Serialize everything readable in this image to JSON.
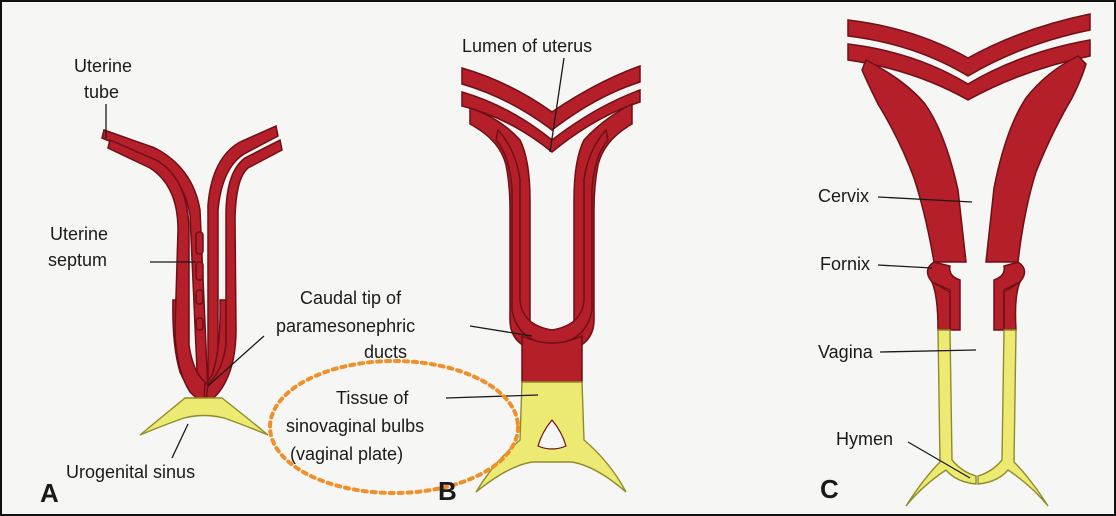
{
  "panels": {
    "A": {
      "letter": "A",
      "labels": {
        "uterine_tube": [
          "Uterine",
          "tube"
        ],
        "uterine_septum": [
          "Uterine",
          "septum"
        ],
        "urogenital_sinus": "Urogenital sinus"
      }
    },
    "B": {
      "letter": "B",
      "labels": {
        "lumen_of_uterus": "Lumen of uterus",
        "caudal_tip": [
          "Caudal tip of",
          "paramesonephric",
          "ducts"
        ],
        "sinovaginal": [
          "Tissue of",
          "sinovaginal bulbs",
          "(vaginal plate)"
        ]
      }
    },
    "C": {
      "letter": "C",
      "labels": {
        "cervix": "Cervix",
        "fornix": "Fornix",
        "vagina": "Vagina",
        "hymen": "Hymen"
      }
    }
  },
  "colors": {
    "tissue_red": "#b51f2a",
    "tissue_yellow": "#ecea73",
    "highlight_dotted": "#f0902a",
    "background": "#f6f6f4"
  }
}
